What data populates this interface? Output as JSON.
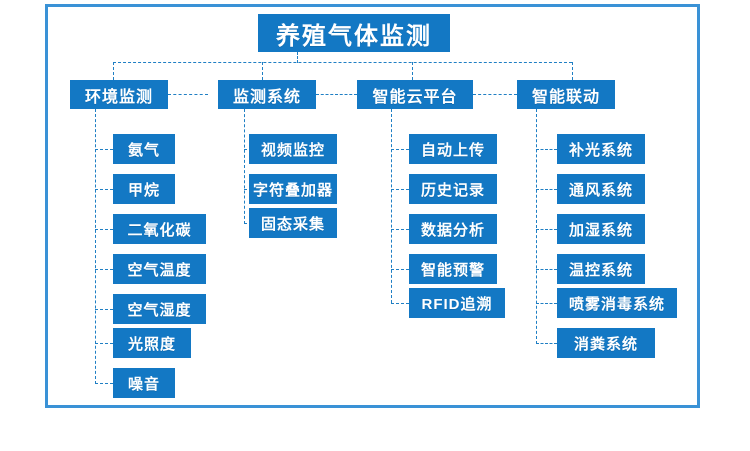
{
  "diagram": {
    "title": "养殖气体监测",
    "colors": {
      "node_fill": "#1378c4",
      "node_text": "#ffffff",
      "frame_border": "#3a92d6",
      "connector": "#1f7fc4",
      "background": "#ffffff"
    },
    "branches": [
      {
        "label": "环境监测",
        "children": [
          "氨气",
          "甲烷",
          "二氧化碳",
          "空气温度",
          "空气湿度",
          "光照度",
          "噪音"
        ]
      },
      {
        "label": "监测系统",
        "children": [
          "视频监控",
          "字符叠加器",
          "固态采集"
        ]
      },
      {
        "label": "智能云平台",
        "children": [
          "自动上传",
          "历史记录",
          "数据分析",
          "智能预警",
          "RFID追溯"
        ]
      },
      {
        "label": "智能联动",
        "children": [
          "补光系统",
          "通风系统",
          "加湿系统",
          "温控系统",
          "喷雾消毒系统",
          "消粪系统"
        ]
      }
    ]
  }
}
